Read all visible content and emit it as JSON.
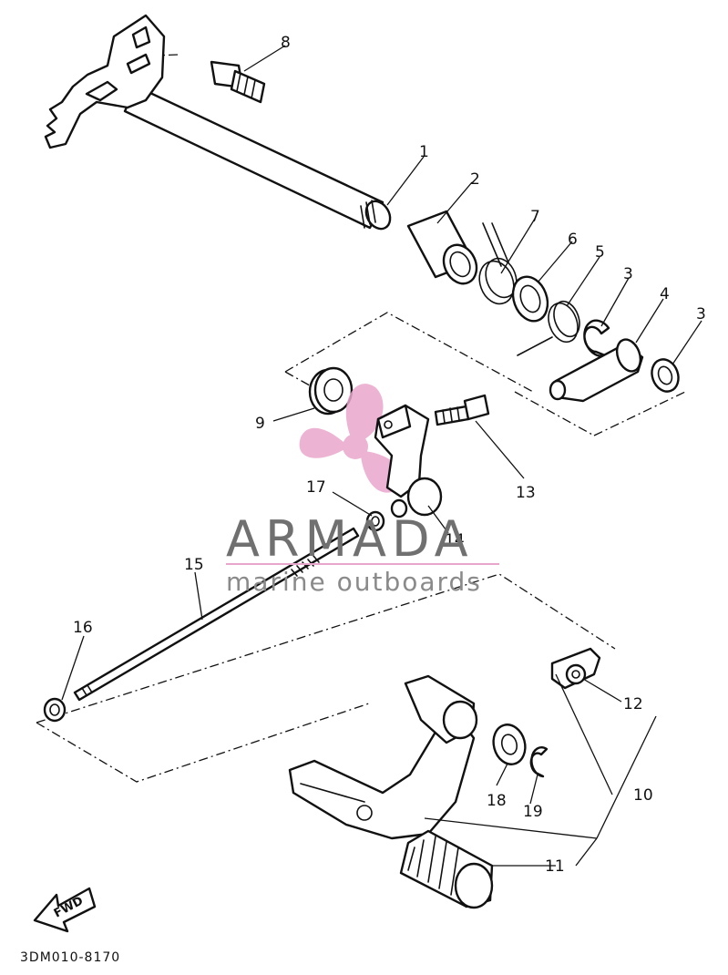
{
  "diagram": {
    "callouts": [
      "1",
      "2",
      "3",
      "3",
      "4",
      "5",
      "6",
      "7",
      "8",
      "9",
      "10",
      "11",
      "12",
      "13",
      "14",
      "15",
      "16",
      "17",
      "18",
      "19"
    ],
    "diagram_code": "3DM010-8170",
    "direction_label": "FWD"
  },
  "watermark": {
    "brand": "ARMADA",
    "tagline": "marine outboards",
    "color": "#e9a6cc"
  }
}
